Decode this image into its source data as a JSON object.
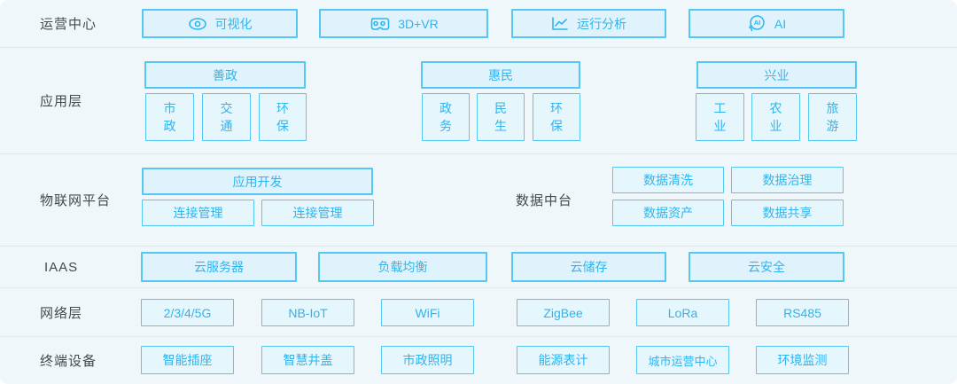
{
  "ops": {
    "label": "运营中心",
    "buttons": [
      {
        "label": "可视化",
        "icon": "eye-icon"
      },
      {
        "label": "3D+VR",
        "icon": "vr-goggles-icon"
      },
      {
        "label": "运行分析",
        "icon": "line-chart-icon"
      },
      {
        "label": "AI",
        "icon": "ai-head-icon",
        "icon_text": "AI"
      }
    ]
  },
  "app": {
    "label": "应用层",
    "groups": [
      {
        "header": "善政",
        "items": [
          "市政",
          "交通",
          "环保"
        ]
      },
      {
        "header": "惠民",
        "items": [
          "政务",
          "民生",
          "环保"
        ]
      },
      {
        "header": "兴业",
        "items": [
          "工业",
          "农业",
          "旅游"
        ]
      }
    ]
  },
  "platform": {
    "label": "物联网平台",
    "app_dev": "应用开发",
    "connections": [
      "连接管理",
      "连接管理"
    ]
  },
  "data_mid": {
    "label": "数据中台",
    "items": [
      "数据清洗",
      "数据治理",
      "数据资产",
      "数据共享"
    ]
  },
  "iaas": {
    "label": "IAAS",
    "buttons": [
      "云服务器",
      "负载均衡",
      "云储存",
      "云安全"
    ]
  },
  "network": {
    "label": "网络层",
    "buttons": [
      "2/3/4/5G",
      "NB-IoT",
      "WiFi",
      "ZigBee",
      "LoRa",
      "RS485"
    ]
  },
  "devices": {
    "label": "终端设备",
    "buttons": [
      "智能插座",
      "智慧井盖",
      "市政照明",
      "能源表计",
      "城市运营中心",
      "环境监测"
    ]
  },
  "colors": {
    "accent": "#2db5ef",
    "button_border": "#54c7f3",
    "button_fill": "#e0f3fc",
    "panel_bg": "#eff7fa",
    "label_text": "#45484d",
    "divider": "#e1e8ec"
  }
}
